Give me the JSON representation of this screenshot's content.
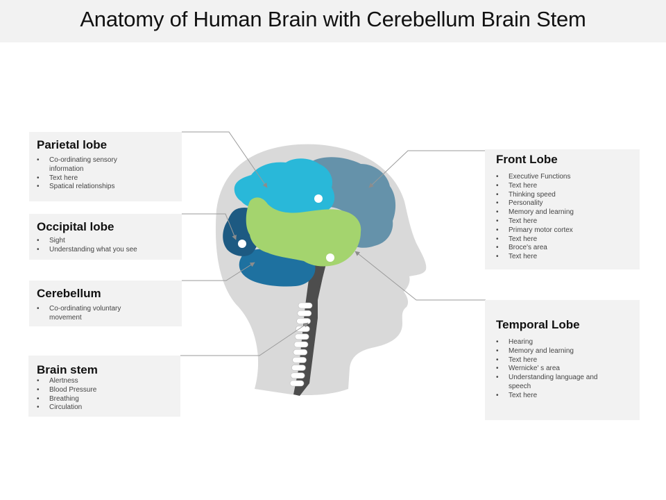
{
  "title": "Anatomy of Human Brain with Cerebellum Brain Stem",
  "colors": {
    "parietal": "#29b8d9",
    "frontal": "#6592aa",
    "temporal": "#a4d46e",
    "occipital": "#1d5a82",
    "cerebellum": "#1e71a0",
    "head": "#d9d9d9",
    "panel": "#f2f2f2"
  },
  "boxes": {
    "parietal": {
      "heading": "Parietal lobe",
      "items": [
        "Co-ordinating  sensory information",
        "Text here",
        "Spatical relationships"
      ]
    },
    "occipital": {
      "heading": "Occipital lobe",
      "items": [
        "Sight",
        "Understanding what you see"
      ]
    },
    "cerebellum": {
      "heading": "Cerebellum",
      "items": [
        "Co-ordinating voluntary movement"
      ]
    },
    "brainstem": {
      "heading": "Brain stem",
      "items": [
        "Alertness",
        "Blood Pressure",
        "Breathing",
        "Circulation"
      ]
    },
    "frontal": {
      "heading": "Front Lobe",
      "items": [
        "Executive Functions",
        "Text here",
        "Thinking speed",
        "Personality",
        "Memory and learning",
        "Text here",
        "Primary motor cortex",
        "Text here",
        "Broce's area",
        "Text here"
      ]
    },
    "temporal": {
      "heading": "Temporal Lobe",
      "items": [
        "Hearing",
        "Memory and learning",
        "Text here",
        "Wernicke' s area",
        "Understanding language and speech",
        "Text here"
      ]
    }
  }
}
